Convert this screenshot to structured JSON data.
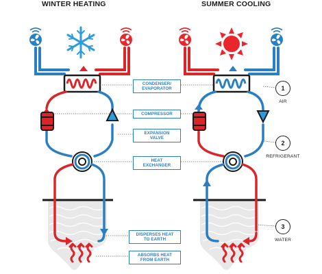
{
  "titles": {
    "left": "WINTER HEATING",
    "right": "SUMMER COOLING"
  },
  "labels": {
    "condenser": [
      "CONDENSER/",
      "EVAPORATOR"
    ],
    "compressor": "COMPRESSOR",
    "expansion": [
      "EXPANSION",
      "VALVE"
    ],
    "exchanger": [
      "HEAT",
      "EXCHANGER"
    ],
    "disperses": [
      "DISPERSES HEAT",
      "TO EARTH"
    ],
    "absorbs": [
      "ABSORBS HEAT",
      "FROM EARTH"
    ]
  },
  "steps": [
    {
      "num": "1",
      "label": "AIR"
    },
    {
      "num": "2",
      "label": "REFRIGERANT"
    },
    {
      "num": "3",
      "label": "WATER"
    }
  ],
  "colors": {
    "hot": "#d9262b",
    "cold": "#2b7fc1",
    "dark": "#1a1a1a"
  },
  "icons": [
    "fan-icon",
    "snowflake-icon",
    "sun-icon",
    "heat-wave-icon"
  ]
}
